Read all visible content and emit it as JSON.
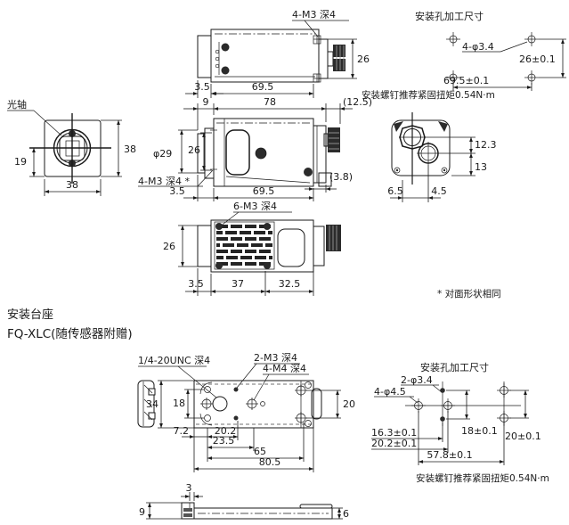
{
  "colors": {
    "line": "#1a1a1a",
    "background": "#ffffff"
  },
  "sensor": {
    "top_view": {
      "label_m3": "4-M3 深4",
      "dim_26": "26",
      "dim_3_5": "3.5",
      "dim_69_5": "69.5"
    },
    "hole_top": {
      "title": "安装孔加工尺寸",
      "hole_label": "4-φ3.4",
      "dim_26": "26±0.1",
      "dim_69_5": "69.5±0.1",
      "note": "安装螺钉推荐紧固扭矩0.54N·m"
    },
    "front_view": {
      "optical_axis": "光轴",
      "dim_19": "19",
      "dim_38_right": "38",
      "dim_38_bottom": "38"
    },
    "side_view": {
      "dim_9": "9",
      "dim_78": "78",
      "dim_12_5": "(12.5)",
      "dim_phi_29": "φ29",
      "dim_26": "26",
      "label_m3": "4-M3 深4 *",
      "dim_3_5": "3.5",
      "dim_69_5": "69.5",
      "dim_3_8": "(3.8)"
    },
    "rear_view": {
      "dim_12_3": "12.3",
      "dim_13": "13",
      "dim_6_5": "6.5",
      "dim_4_5": "4.5"
    },
    "bottom_view": {
      "label_m3": "6-M3 深4",
      "dim_26": "26",
      "dim_3_5": "3.5",
      "dim_37": "37",
      "dim_32_5": "32.5"
    },
    "note_same_shape": "* 对面形状相同"
  },
  "bracket": {
    "section_title": "安装台座",
    "model": "FQ-XLC(随传感器附赠)",
    "labels": {
      "unc": "1/4-20UNC 深4",
      "m3": "2-M3 深4",
      "m4": "4-M4 深4"
    },
    "plan": {
      "dim_34": "34",
      "dim_18": "18",
      "dim_20": "20",
      "dim_7_2": "7.2",
      "dim_20_2": "20.2",
      "dim_23_5": "23.5",
      "dim_65": "65",
      "dim_80_5": "80.5"
    },
    "side": {
      "dim_3": "3",
      "dim_9": "9",
      "dim_6": "6"
    },
    "hole": {
      "title": "安装孔加工尺寸",
      "label_3_4": "2-φ3.4",
      "label_4_5": "4-φ4.5",
      "dim_16_3": "16.3±0.1",
      "dim_20_2": "20.2±0.1",
      "dim_18": "18±0.1",
      "dim_20": "20±0.1",
      "dim_57_8": "57.8±0.1",
      "note": "安装螺钉推荐紧固扭矩0.54N·m"
    }
  }
}
